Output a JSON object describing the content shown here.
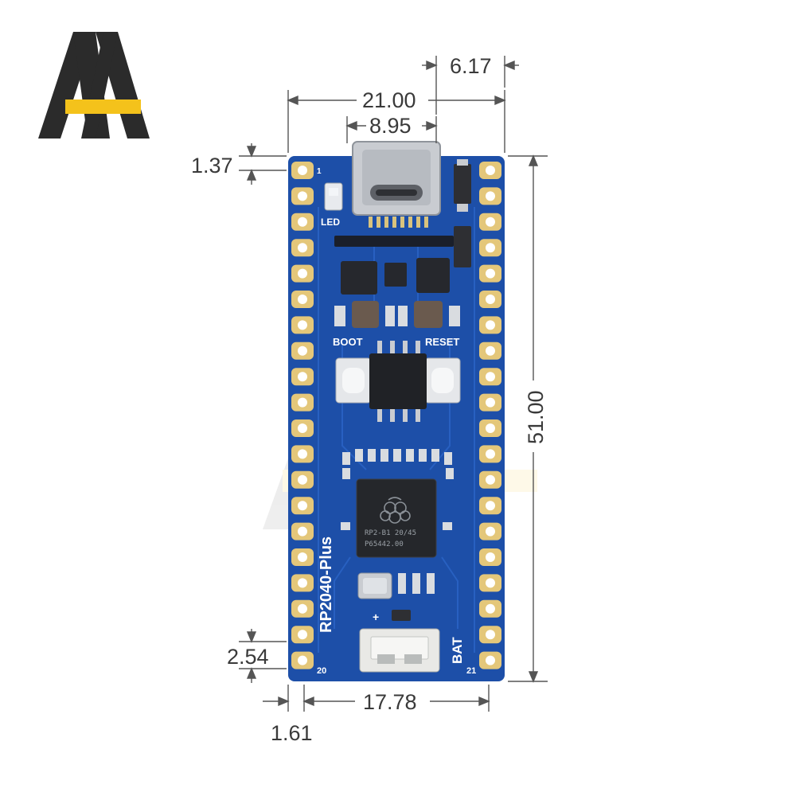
{
  "logo": {
    "mark": "AA",
    "colors": {
      "dark": "#2b2b2b",
      "accent": "#f4c21b"
    }
  },
  "dimensions": {
    "width_total": "21.00",
    "usb_width": "8.95",
    "usb_offset": "6.17",
    "top_pin_offset": "1.37",
    "height_total": "51.00",
    "pin_pitch": "2.54",
    "pin_row_span": "17.78",
    "edge_margin": "1.61"
  },
  "board": {
    "name": "RP2040-Plus",
    "labels": {
      "led": "LED",
      "boot": "BOOT",
      "reset": "RESET",
      "bat": "BAT",
      "pin_first": "1",
      "pin_left_last": "20",
      "pin_right_last": "21",
      "plus": "+",
      "minus": "-"
    },
    "chip_text": {
      "line1": "RP2-B1  20/45",
      "line2": "P65442.00"
    },
    "colors": {
      "pcb": "#1d4fa8",
      "pad_gold": "#e4c77a",
      "trace": "#2a62c4"
    }
  }
}
